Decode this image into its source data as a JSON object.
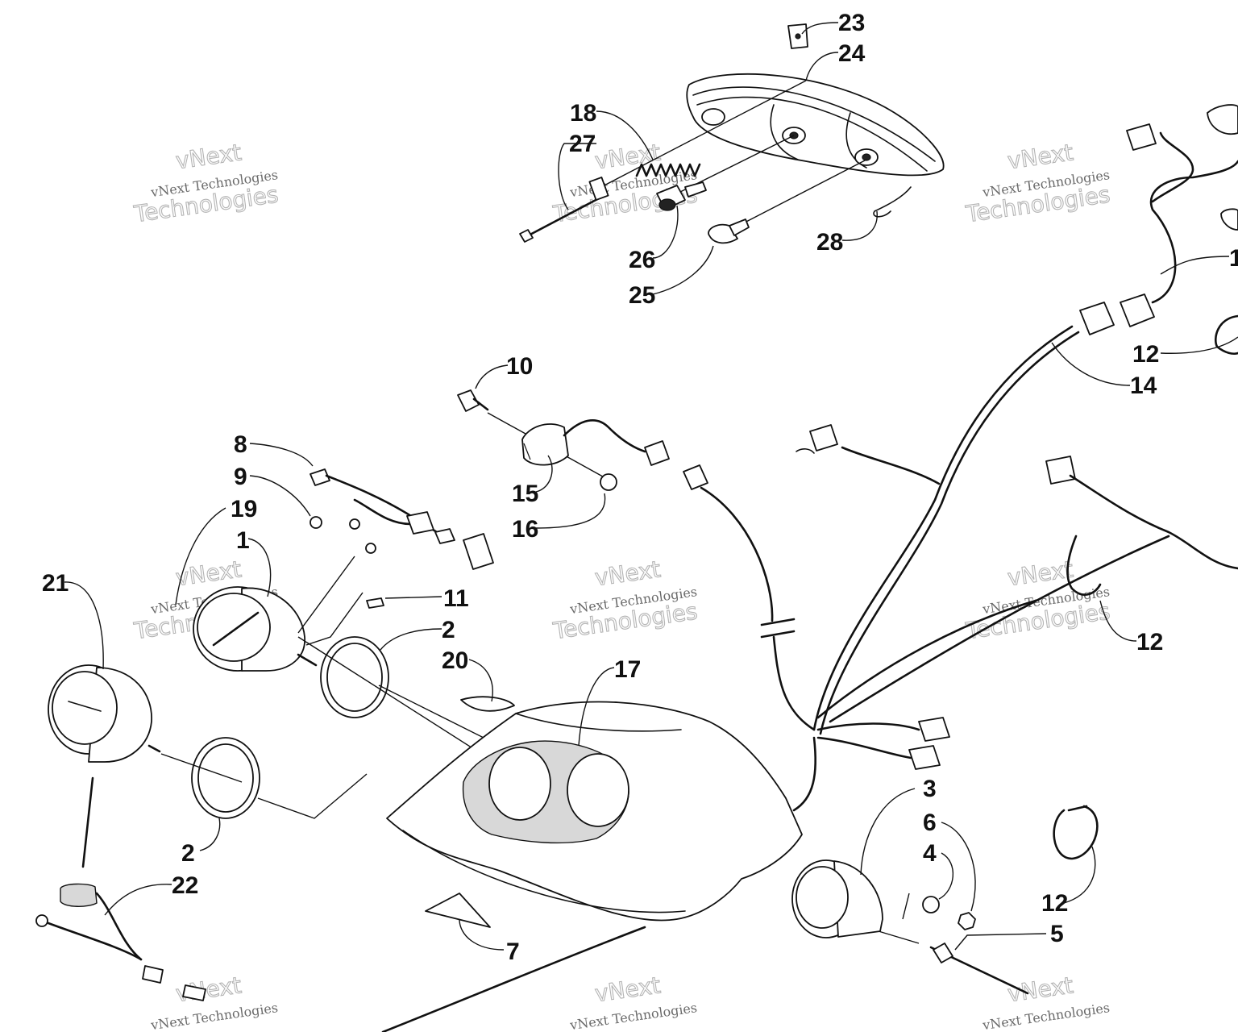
{
  "watermark": {
    "line1": "vNext Technologies",
    "line2a": "vNext",
    "line2b": "Technologies"
  },
  "callouts": [
    {
      "id": "c23",
      "label": "23"
    },
    {
      "id": "c24",
      "label": "24"
    },
    {
      "id": "c18",
      "label": "18"
    },
    {
      "id": "c27",
      "label": "27"
    },
    {
      "id": "c26",
      "label": "26"
    },
    {
      "id": "c25",
      "label": "25"
    },
    {
      "id": "c28",
      "label": "28"
    },
    {
      "id": "c10",
      "label": "10"
    },
    {
      "id": "c15",
      "label": "15"
    },
    {
      "id": "c16",
      "label": "16"
    },
    {
      "id": "c8",
      "label": "8"
    },
    {
      "id": "c9",
      "label": "9"
    },
    {
      "id": "c19",
      "label": "19"
    },
    {
      "id": "c1",
      "label": "1"
    },
    {
      "id": "c11",
      "label": "11"
    },
    {
      "id": "c2a",
      "label": "2"
    },
    {
      "id": "c20",
      "label": "20"
    },
    {
      "id": "c17",
      "label": "17"
    },
    {
      "id": "c21",
      "label": "21"
    },
    {
      "id": "c2b",
      "label": "2"
    },
    {
      "id": "c22",
      "label": "22"
    },
    {
      "id": "c7",
      "label": "7"
    },
    {
      "id": "c3",
      "label": "3"
    },
    {
      "id": "c6",
      "label": "6"
    },
    {
      "id": "c4",
      "label": "4"
    },
    {
      "id": "c5",
      "label": "5"
    },
    {
      "id": "c12a",
      "label": "12"
    },
    {
      "id": "c14",
      "label": "14"
    },
    {
      "id": "c12b",
      "label": "12"
    },
    {
      "id": "c12c",
      "label": "12"
    },
    {
      "id": "c13",
      "label": "1"
    }
  ]
}
